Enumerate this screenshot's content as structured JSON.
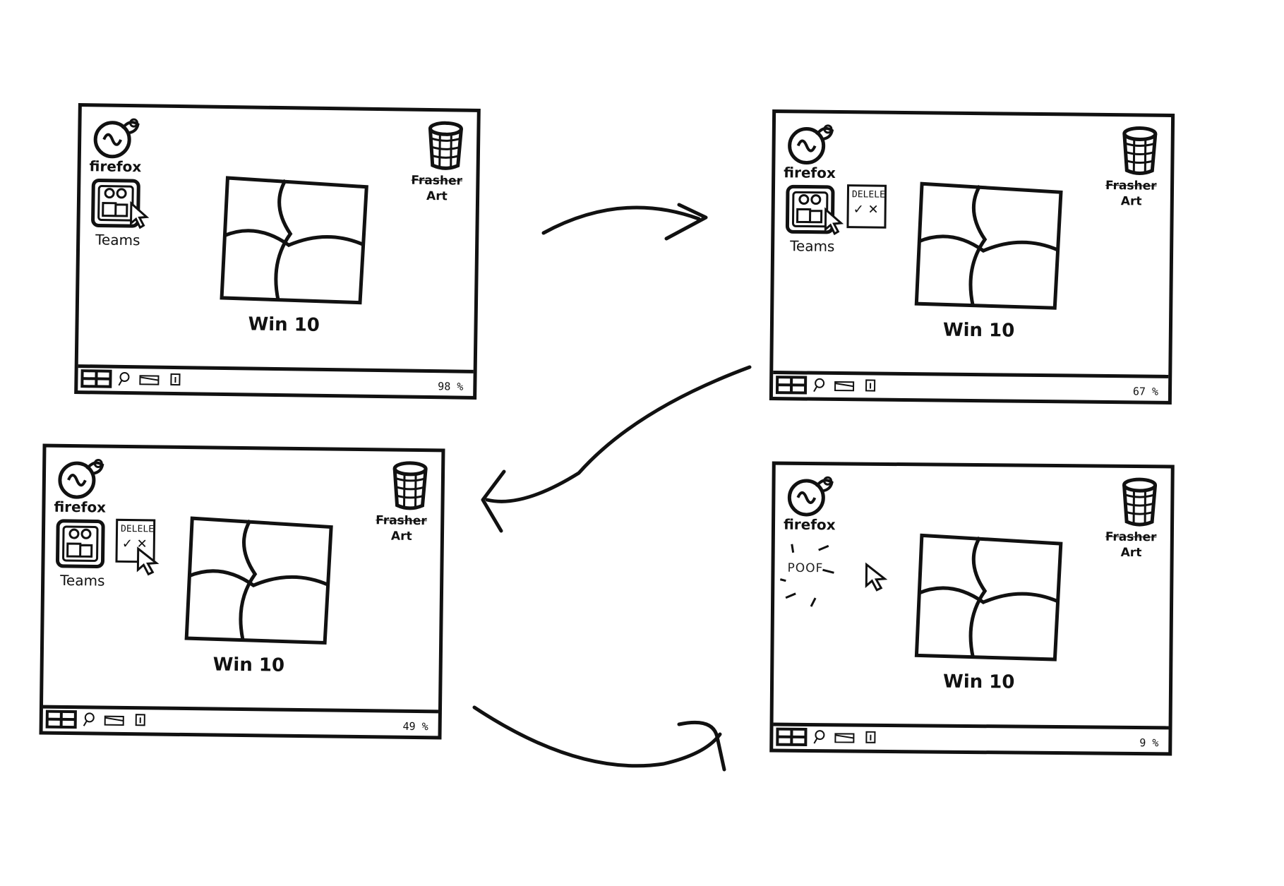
{
  "frames": [
    {
      "id": "frame-1",
      "icons": {
        "firefox": "firefox",
        "teams": "Teams",
        "bin_line1": "Frasher",
        "bin_line2": "Art"
      },
      "center_label": "Win 10",
      "battery": "98 %",
      "popup": null,
      "poof": null
    },
    {
      "id": "frame-2",
      "icons": {
        "firefox": "firefox",
        "teams": "Teams",
        "bin_line1": "Frasher",
        "bin_line2": "Art"
      },
      "center_label": "Win 10",
      "battery": "67 %",
      "popup": {
        "title": "DELELE",
        "options": "✓ ✕"
      },
      "poof": null
    },
    {
      "id": "frame-3",
      "icons": {
        "firefox": "firefox",
        "teams": "Teams",
        "bin_line1": "Frasher",
        "bin_line2": "Art"
      },
      "center_label": "Win 10",
      "battery": "49 %",
      "popup": {
        "title": "DELELE",
        "options": "✓ ✕"
      },
      "poof": null
    },
    {
      "id": "frame-4",
      "icons": {
        "firefox": "firefox",
        "teams": null,
        "bin_line1": "Frasher",
        "bin_line2": "Art"
      },
      "center_label": "Win 10",
      "battery": "9 %",
      "popup": null,
      "poof": "POOF"
    }
  ],
  "icon_names": [
    "firefox-icon",
    "teams-icon",
    "recycle-bin-icon",
    "windows-logo-icon",
    "cursor-icon",
    "start-icon",
    "search-icon",
    "folder-icon",
    "store-icon"
  ]
}
